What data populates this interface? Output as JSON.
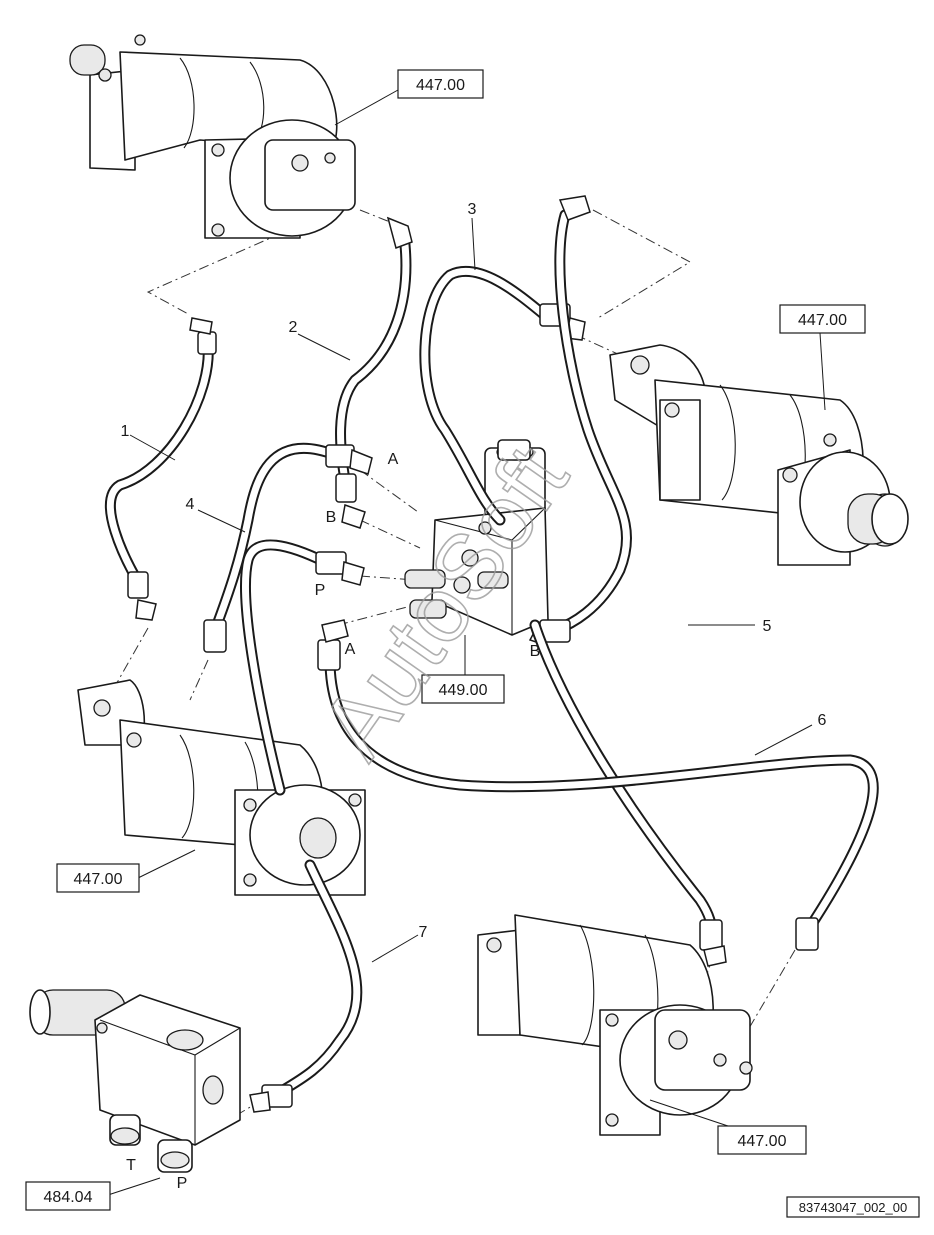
{
  "references": {
    "cyl_top_left": "447.00",
    "cyl_right": "447.00",
    "cyl_mid_left": "447.00",
    "cyl_bottom_right": "447.00",
    "valve": "449.00",
    "control_valve": "484.04"
  },
  "hoses": [
    "1",
    "2",
    "3",
    "4",
    "5",
    "6",
    "7"
  ],
  "ports": {
    "valve_A_top": "A",
    "valve_B_top": "B",
    "valve_P": "P",
    "valve_A_bottom": "A",
    "valve_B_bottom": "B",
    "control_T": "T",
    "control_P": "P"
  },
  "watermark": "AutoSoft",
  "drawing_code": "83743047_002_00"
}
